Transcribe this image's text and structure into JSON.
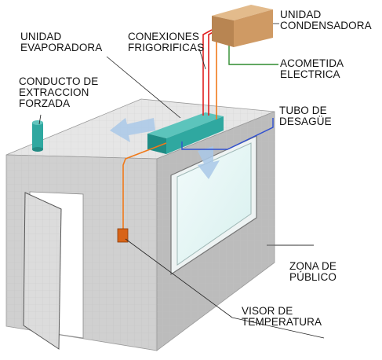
{
  "labels": {
    "unidad_condensadora": "UNIDAD\nCONDENSADORA",
    "unidad_evaporadora": "UNIDAD\nEVAPORADORA",
    "conexiones_frigorificas": "CONEXIONES\nFRIGORIFICAS",
    "conducto_extraccion": "CONDUCTO DE\nEXTRACCION\nFORZADA",
    "acometida_electrica": "ACOMETIDA\nELECTRICA",
    "tubo_desague": "TUBO DE\nDESAGÜE",
    "zona_publico": "ZONA DE\nPÚBLICO",
    "visor_temperatura": "VISOR DE\nTEMPERATURA"
  },
  "colors": {
    "room_front": "#cfcfcf",
    "room_side": "#b9b9b9",
    "room_top": "#e4e4e4",
    "evaporator": "#2fa8a0",
    "refrigerant_lines": "#e02020",
    "electric_line": "#2e8b2e",
    "drain_line": "#3050d0",
    "orange_line": "#f07a1a",
    "condenser": "#c8905a",
    "airflow": "#a9c8e8"
  }
}
